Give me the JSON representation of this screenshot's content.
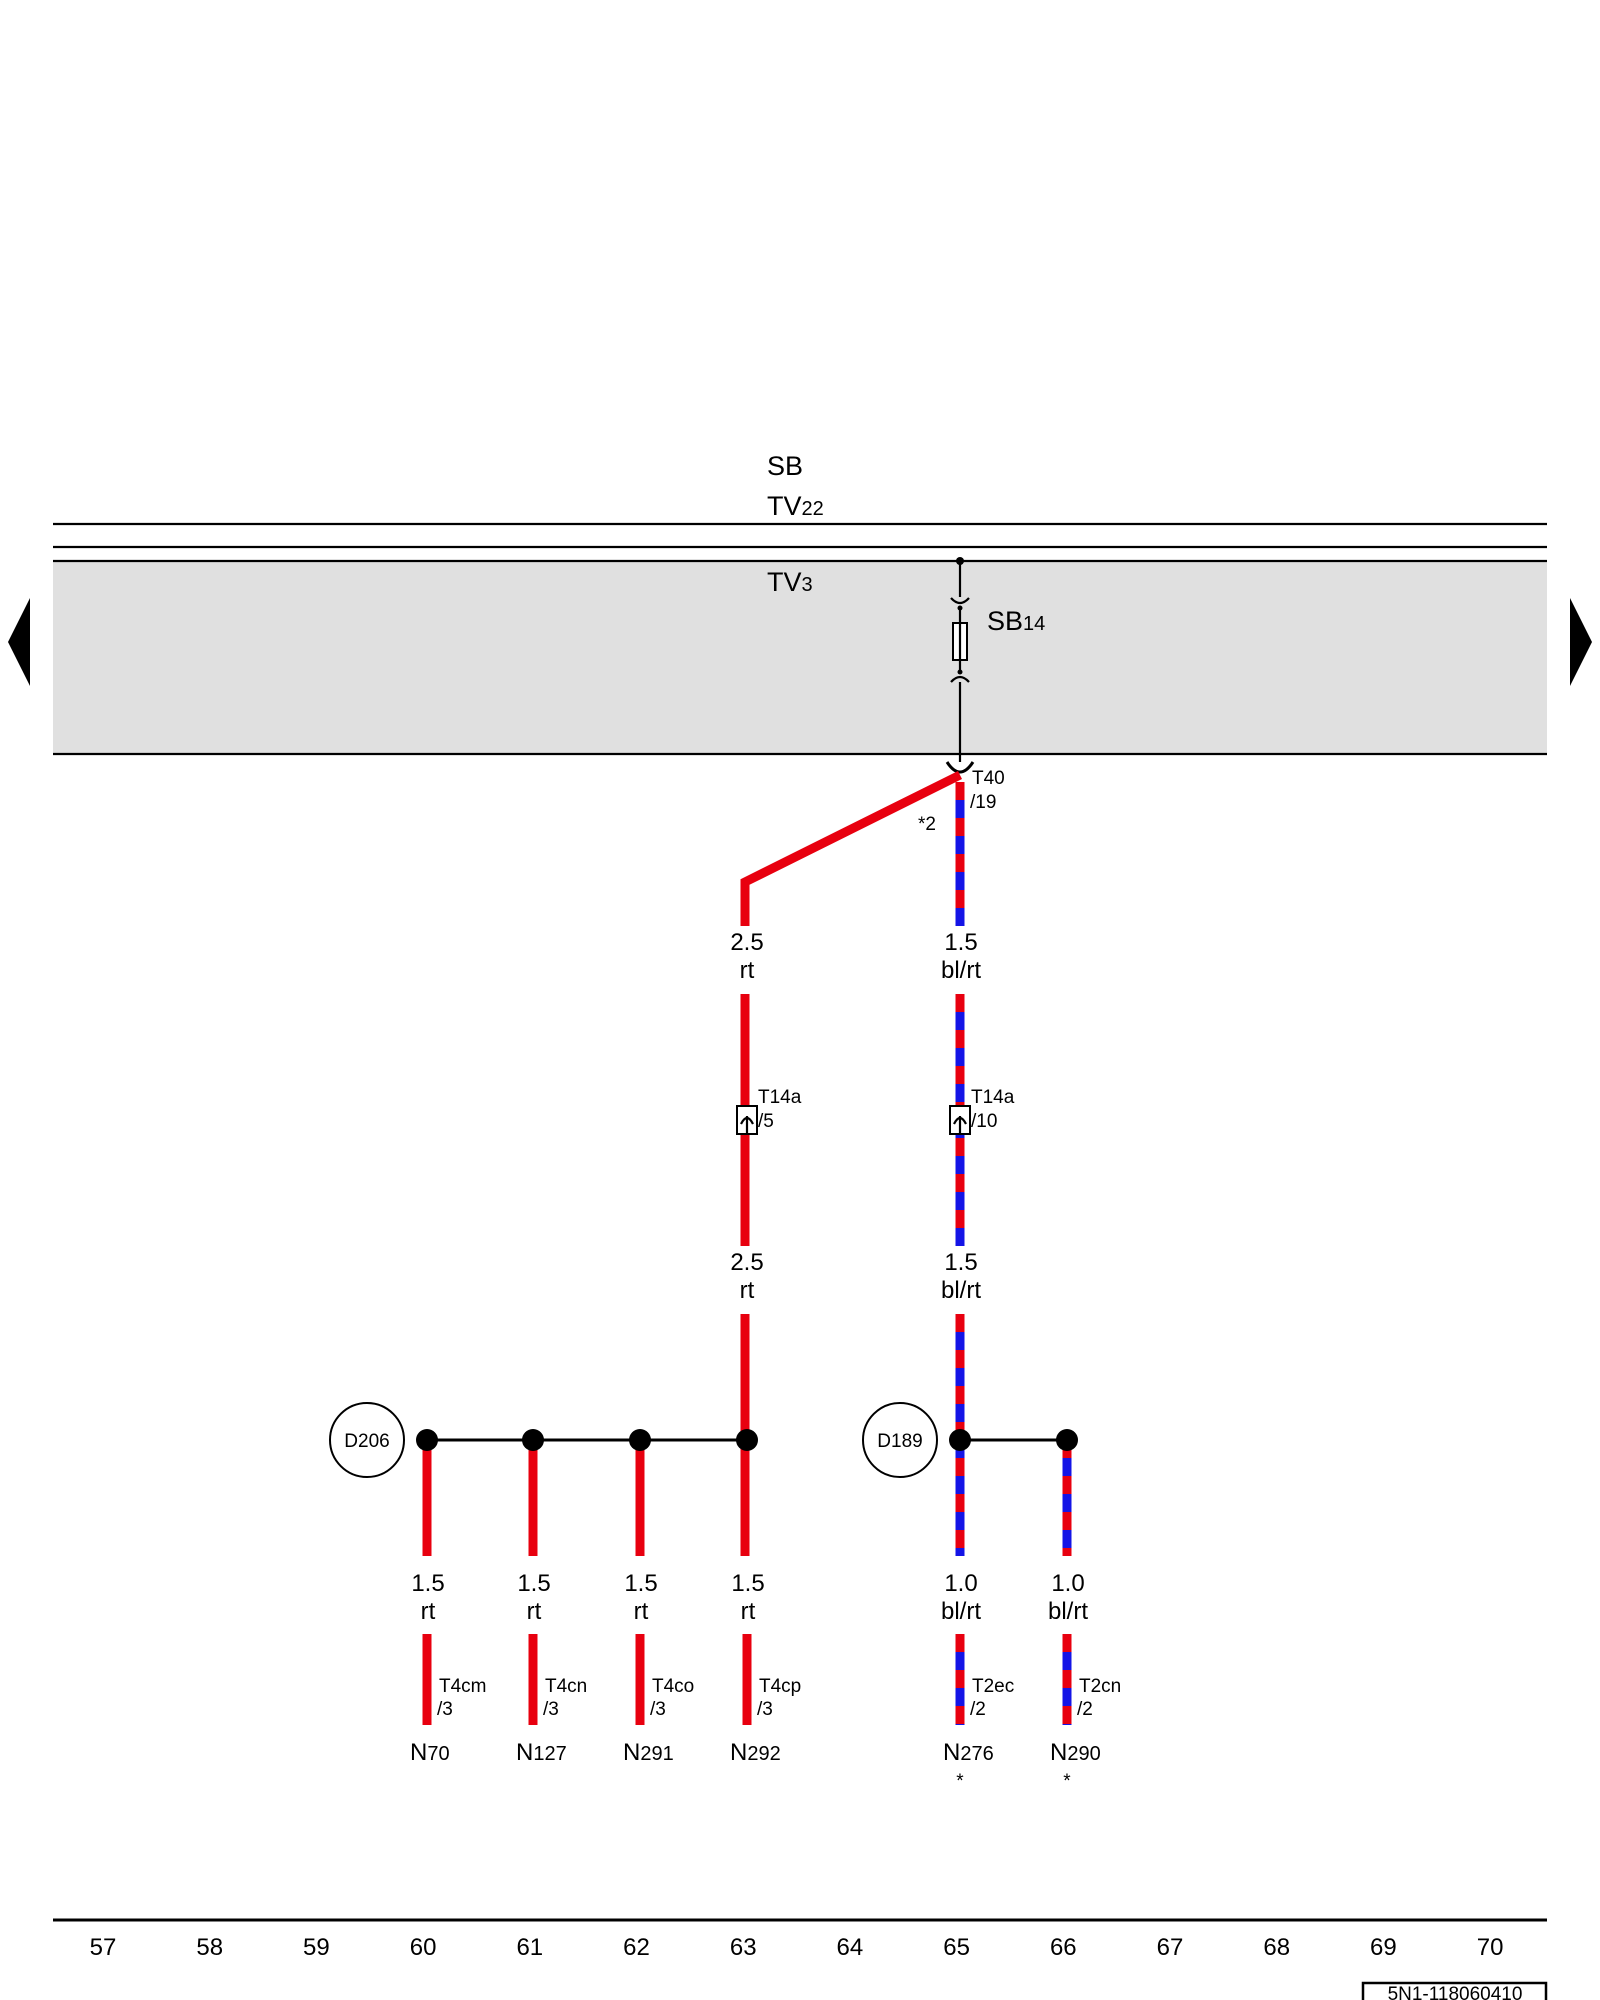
{
  "header": {
    "sb": "SB",
    "tv22_main": "TV",
    "tv22_sub": "22",
    "tv3_main": "TV",
    "tv3_sub": "3",
    "sb14_main": "SB",
    "sb14_sub": "14"
  },
  "connectors": {
    "t40_line1": "T40",
    "t40_line2": "/19",
    "note_star2": "*2",
    "t14a_left_line1": "T14a",
    "t14a_left_line2": "/5",
    "t14a_right_line1": "T14a",
    "t14a_right_line2": "/10"
  },
  "wire_labels": {
    "w1_size": "2.5",
    "w1_color": "rt",
    "w2_size": "1.5",
    "w2_color": "bl/rt",
    "w3_size": "2.5",
    "w3_color": "rt",
    "w4_size": "1.5",
    "w4_color": "bl/rt"
  },
  "ground_points": {
    "d206": "D206",
    "d189": "D189"
  },
  "branches": [
    {
      "size": "1.5",
      "color": "rt",
      "conn1": "T4cm",
      "conn2": "/3",
      "comp_main": "N",
      "comp_sub": "70",
      "note": ""
    },
    {
      "size": "1.5",
      "color": "rt",
      "conn1": "T4cn",
      "conn2": "/3",
      "comp_main": "N",
      "comp_sub": "127",
      "note": ""
    },
    {
      "size": "1.5",
      "color": "rt",
      "conn1": "T4co",
      "conn2": "/3",
      "comp_main": "N",
      "comp_sub": "291",
      "note": ""
    },
    {
      "size": "1.5",
      "color": "rt",
      "conn1": "T4cp",
      "conn2": "/3",
      "comp_main": "N",
      "comp_sub": "292",
      "note": ""
    },
    {
      "size": "1.0",
      "color": "bl/rt",
      "conn1": "T2ec",
      "conn2": "/2",
      "comp_main": "N",
      "comp_sub": "276",
      "note": "*"
    },
    {
      "size": "1.0",
      "color": "bl/rt",
      "conn1": "T2cn",
      "conn2": "/2",
      "comp_main": "N",
      "comp_sub": "290",
      "note": "*"
    }
  ],
  "scale": [
    "57",
    "58",
    "59",
    "60",
    "61",
    "62",
    "63",
    "64",
    "65",
    "66",
    "67",
    "68",
    "69",
    "70"
  ],
  "footer": {
    "doc_id": "5N1-118060410"
  },
  "colors": {
    "red": "#e8000f",
    "blue": "#1414e6",
    "panel": "#e0e0e0"
  },
  "icons": {
    "left_nav": "triangle-left-icon",
    "right_nav": "triangle-right-icon"
  }
}
